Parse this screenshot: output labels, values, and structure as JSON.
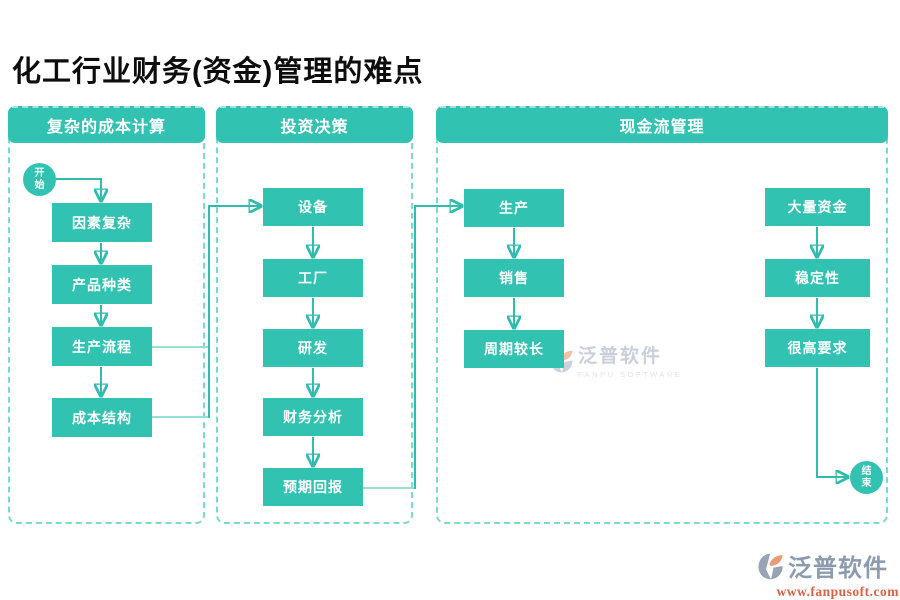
{
  "title": "化工行业财务(资金)管理的难点",
  "sections": [
    {
      "header": "复杂的成本计算",
      "nodes": [
        "因素复杂",
        "产品种类",
        "生产流程",
        "成本结构"
      ]
    },
    {
      "header": "投资决策",
      "nodes": [
        "设备",
        "工厂",
        "研发",
        "财务分析",
        "预期回报"
      ]
    },
    {
      "header": "现金流管理",
      "col_a": [
        "生产",
        "销售",
        "周期较长"
      ],
      "col_b": [
        "大量资金",
        "稳定性",
        "很高要求"
      ]
    }
  ],
  "terminals": {
    "start": "开始",
    "end": "结束"
  },
  "watermark": {
    "name": "泛普软件",
    "subtitle": "FANPU SOFTWARE"
  },
  "footer": {
    "name": "泛普软件",
    "url": "www.fanpusoft.com"
  },
  "colors": {
    "node_teal": "#32c2b2",
    "dashed_border": "#7cd9ce",
    "connector": "#2fbcad",
    "connector_light": "#96e0d7",
    "title_text": "#0d0d0d",
    "watermark_gray": "#c9d0db",
    "footer_name_gray": "#8b9aaf",
    "footer_url_orange": "#d96246",
    "logo_orange": "#eb9b77"
  }
}
